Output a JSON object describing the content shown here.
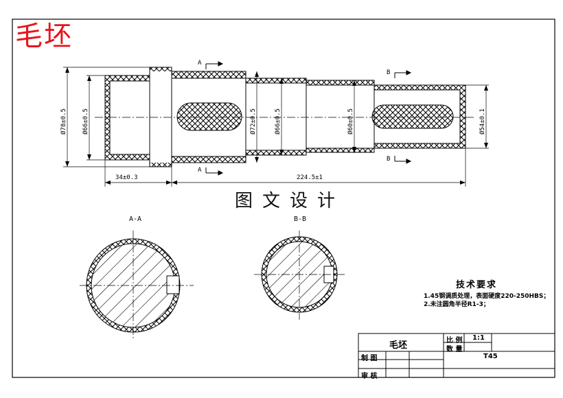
{
  "header": {
    "title": "毛坯"
  },
  "watermark": "图文设计",
  "section_marks": {
    "a": "A",
    "b": "B"
  },
  "section_views": {
    "aa": "A-A",
    "bb": "B-B"
  },
  "dimensions": {
    "d78": "Ø78±0.5",
    "d66": "Ø66±0.5",
    "d72": "Ø72±0.5",
    "d56": "Ø66±0.5",
    "d60": "Ø60±0.5",
    "d54": "Ø54±0.1",
    "len34": "34±0.3",
    "len224": "224.5±1"
  },
  "tech_requirements": {
    "title": "技术要求",
    "items": [
      "1.45钢调质处理，表面硬度220-250HBS；",
      "2.未注圆角半径R1-3；"
    ]
  },
  "title_block": {
    "name": "毛坯",
    "scale_label": "比 例",
    "scale_value": "1:1",
    "qty_label": "数 量",
    "material": "T45",
    "drawn_label": "制 图",
    "checked_label": "审 核"
  }
}
